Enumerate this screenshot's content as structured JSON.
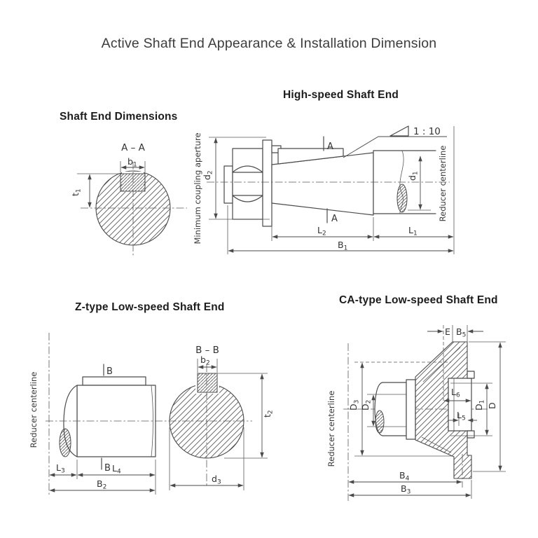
{
  "title": "Active Shaft End Appearance & Installation Dimension",
  "colors": {
    "line": "#4a4a4a",
    "text": "#333333",
    "heading": "#1c1c1c",
    "background": "#ffffff"
  },
  "panels": {
    "shaft_end": {
      "heading": "Shaft End Dimensions",
      "section_label": "A – A",
      "dims": {
        "b1": {
          "main": "b",
          "sub": "1"
        },
        "t1": {
          "main": "t",
          "sub": "1"
        }
      }
    },
    "high_speed": {
      "heading": "High-speed Shaft End",
      "taper_ratio": "1 : 10",
      "aperture_note": "Minimum coupling aperture",
      "centerline_note": "Reducer centerline",
      "section_marker": "A",
      "dims": {
        "d2": {
          "main": "d",
          "sub": "2"
        },
        "d1": {
          "main": "d",
          "sub": "1"
        },
        "L2": {
          "main": "L",
          "sub": "2"
        },
        "L1": {
          "main": "L",
          "sub": "1"
        },
        "B1": {
          "main": "B",
          "sub": "1"
        }
      }
    },
    "z_type": {
      "heading": "Z-type Low-speed Shaft End",
      "centerline_note": "Reducer centerline",
      "section_label": "B – B",
      "section_marker": "B",
      "dims": {
        "b2": {
          "main": "b",
          "sub": "2"
        },
        "t2": {
          "main": "t",
          "sub": "2"
        },
        "L3": {
          "main": "L",
          "sub": "3"
        },
        "L4": {
          "main": "L",
          "sub": "4"
        },
        "B2": {
          "main": "B",
          "sub": "2"
        },
        "d3": {
          "main": "d",
          "sub": "3"
        }
      }
    },
    "ca_type": {
      "heading": "CA-type Low-speed Shaft End",
      "centerline_note": "Reducer centerline",
      "dims": {
        "E": {
          "main": "E",
          "sub": ""
        },
        "B5": {
          "main": "B",
          "sub": "5"
        },
        "D3": {
          "main": "D",
          "sub": "3"
        },
        "D2": {
          "main": "D",
          "sub": "2"
        },
        "D1": {
          "main": "D",
          "sub": "1"
        },
        "D": {
          "main": "D",
          "sub": ""
        },
        "L6": {
          "main": "L",
          "sub": "6"
        },
        "L5": {
          "main": "L",
          "sub": "5"
        },
        "B4": {
          "main": "B",
          "sub": "4"
        },
        "B3": {
          "main": "B",
          "sub": "3"
        }
      }
    }
  }
}
